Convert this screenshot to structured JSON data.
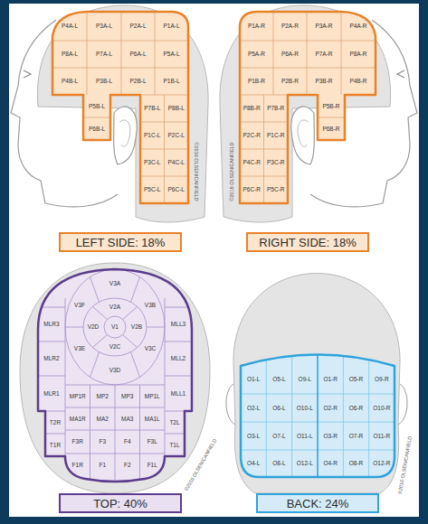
{
  "diagram": {
    "nodes": [
      {
        "text": [
          "LEFT SIDE: 18%"
        ]
      },
      {
        "text": [
          "RIGHT SIDE: 18%"
        ]
      },
      {
        "text": [
          "TOP: 40%"
        ]
      },
      {
        "text": [
          "BACK: 24%"
        ]
      }
    ],
    "labels": [
      "P4A-L",
      "P3A-L",
      "P2A-L",
      "P1A-L",
      "P8A-L",
      "P7A-L",
      "P6A-L",
      "P5A-L",
      "P4B-L",
      "P3B-L",
      "P2B-L",
      "P1B-L",
      "P5B-L",
      "P6B-L",
      "P7B-L",
      "P8B-L",
      "P1C-L",
      "P2C-L",
      "P3C-L",
      "P4C-L",
      "P5C-L",
      "P6C-L",
      "P4A-R",
      "P3A-R",
      "P2A-R",
      "P1A-R",
      "P8A-R",
      "P7A-R",
      "P6A-R",
      "P5A-R",
      "P4B-R",
      "P3B-R",
      "P2B-R",
      "P1B-R",
      "P5B-R",
      "P6B-R",
      "P7B-R",
      "P8B-R",
      "P1C-R",
      "P2C-R",
      "P3C-R",
      "P4C-R",
      "P5C-R",
      "P6C-R",
      "V1",
      "V2A",
      "V2B",
      "V2C",
      "V2D",
      "V3A",
      "V3B",
      "V3C",
      "V3D",
      "V3E",
      "V3F",
      "MLR3",
      "MLR2",
      "MLR1",
      "MLL3",
      "MLL2",
      "MLL1",
      "MP1R",
      "MP2",
      "MP3",
      "MP1L",
      "MA1R",
      "MA2",
      "MA3",
      "MA1L",
      "T2R",
      "T1R",
      "T2L",
      "T1L",
      "F3R",
      "F3",
      "F4",
      "F3L",
      "F1R",
      "F1",
      "F2",
      "F1L",
      "O1-L",
      "O5-L",
      "O9-L",
      "O1-R",
      "O5-R",
      "O9-R",
      "O2-L",
      "O6-L",
      "O10-L",
      "O2-R",
      "O6-R",
      "O10-R",
      "O3-L",
      "O7-L",
      "O11-L",
      "O3-R",
      "O7-R",
      "O11-R",
      "O4-L",
      "O8-L",
      "O12-L",
      "O4-R",
      "O8-R",
      "O12-R",
      "©2016 OLSEN/CANFIELD",
      "©2016 OLSEN/CANFIELD",
      "©2016 OLSEN/CANFIELD",
      "©2016 OLSEN/CANFIELD"
    ]
  }
}
